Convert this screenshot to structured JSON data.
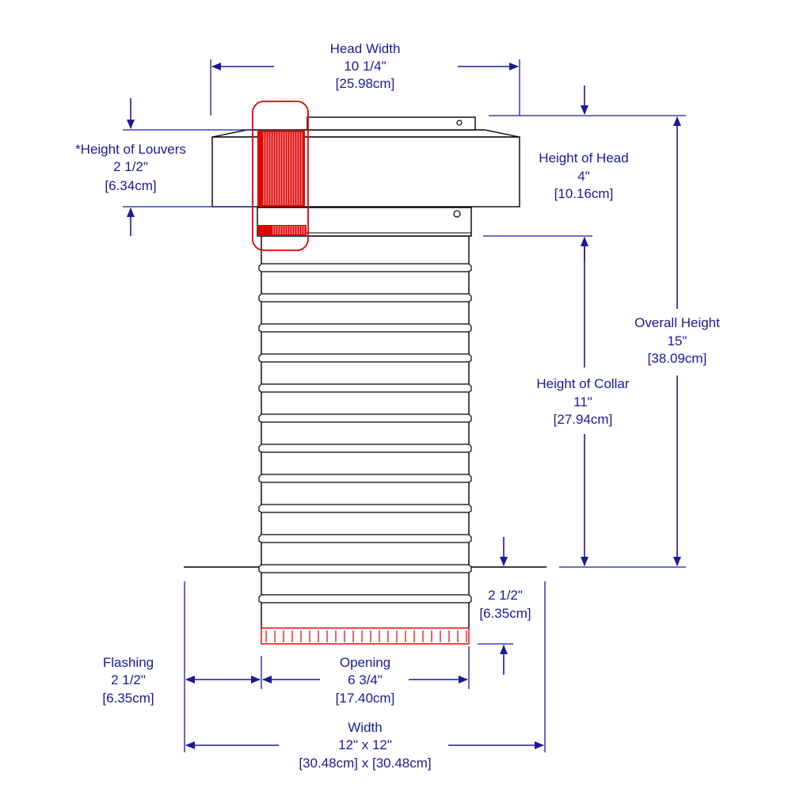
{
  "dimensions": {
    "head_width": {
      "label": "Head Width",
      "imperial": "10 1/4\"",
      "metric": "[25.98cm]"
    },
    "louvers": {
      "label": "*Height of Louvers",
      "imperial": "2 1/2\"",
      "metric": "[6.34cm]"
    },
    "head_height": {
      "label": "Height of Head",
      "imperial": "4\"",
      "metric": "[10.16cm]"
    },
    "overall_height": {
      "label": "Overall Height",
      "imperial": "15\"",
      "metric": "[38.09cm]"
    },
    "collar_height": {
      "label": "Height of Collar",
      "imperial": "11\"",
      "metric": "[27.94cm]"
    },
    "below_flashing": {
      "imperial": "2 1/2\"",
      "metric": "[6.35cm]"
    },
    "flashing": {
      "label": "Flashing",
      "imperial": "2 1/2\"",
      "metric": "[6.35cm]"
    },
    "opening": {
      "label": "Opening",
      "imperial": "6 3/4\"",
      "metric": "[17.40cm]"
    },
    "width": {
      "label": "Width",
      "imperial": "12\" x 12\"",
      "metric": "[30.48cm] x [30.48cm]"
    }
  },
  "colors": {
    "dimension": "#1a1a99",
    "highlight": "#e00000",
    "outline": "#000000"
  }
}
